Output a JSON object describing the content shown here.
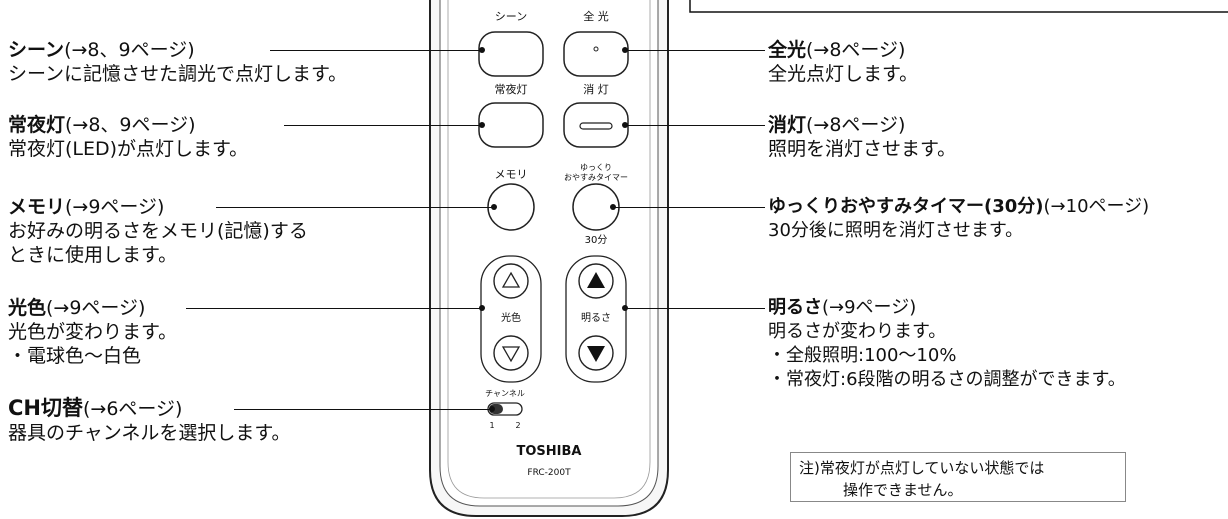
{
  "remote": {
    "btn_scene": "シーン",
    "btn_full": "全 光",
    "btn_night": "常夜灯",
    "btn_off": "消 灯",
    "btn_memory": "メモリ",
    "btn_timer_line1": "ゆっくり",
    "btn_timer_line2": "おやすみタイマー",
    "btn_timer_sub": "30分",
    "btn_color": "光色",
    "btn_bright": "明るさ",
    "switch_label": "チャンネル",
    "switch_1": "1",
    "switch_2": "2",
    "brand": "TOSHIBA",
    "model": "FRC-200T"
  },
  "left": [
    {
      "title": "シーン",
      "ref": "(→8、9ページ)",
      "desc": [
        "シーンに記憶させた調光で点灯します。"
      ]
    },
    {
      "title": "常夜灯",
      "ref": "(→8、9ページ)",
      "desc": [
        "常夜灯(LED)が点灯します。"
      ]
    },
    {
      "title": "メモリ",
      "ref": "(→9ページ)",
      "desc": [
        "お好みの明るさをメモリ(記憶)する",
        "ときに使用します。"
      ]
    },
    {
      "title": "光色",
      "ref": "(→9ページ)",
      "desc": [
        "光色が変わります。",
        "・電球色〜白色"
      ]
    },
    {
      "title": "CH切替",
      "ref": "(→6ページ)",
      "desc": [
        "器具のチャンネルを選択します。"
      ]
    }
  ],
  "right": [
    {
      "title": "全光",
      "ref": "(→8ページ)",
      "desc": [
        "全光点灯します。"
      ]
    },
    {
      "title": "消灯",
      "ref": "(→8ページ)",
      "desc": [
        "照明を消灯させます。"
      ]
    },
    {
      "title": "ゆっくりおやすみタイマー(30分)",
      "ref": "(→10ページ)",
      "desc": [
        "30分後に照明を消灯させます。"
      ]
    },
    {
      "title": "明るさ",
      "ref": "(→9ページ)",
      "desc": [
        "明るさが変わります。",
        "・全般照明:100〜10%",
        "・常夜灯:6段階の明るさの調整ができます。"
      ]
    }
  ],
  "note": {
    "line1": "注)常夜灯が点灯していない状態では",
    "line2": "操作できません。"
  }
}
